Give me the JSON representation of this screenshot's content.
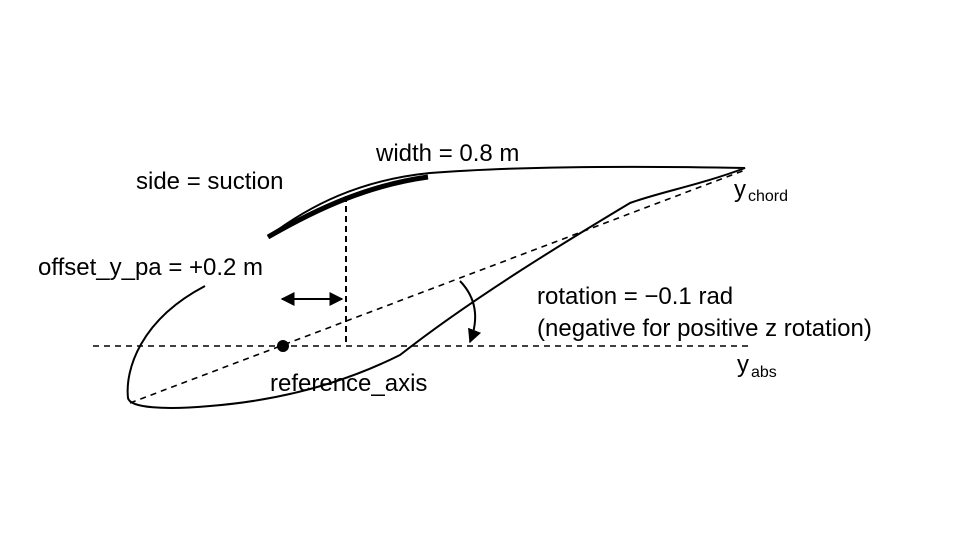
{
  "labels": {
    "width": "width = 0.8 m",
    "side": "side = suction",
    "offset": "offset_y_pa = +0.2 m",
    "rotation_line1": "rotation = −0.1 rad",
    "rotation_line2": "(negative for positive z rotation)",
    "reference_axis": "reference_axis",
    "y_chord_main": "y",
    "y_chord_sub": "chord",
    "y_abs_main": "y",
    "y_abs_sub": "abs"
  },
  "colors": {
    "stroke": "#000000",
    "background": "#ffffff"
  }
}
